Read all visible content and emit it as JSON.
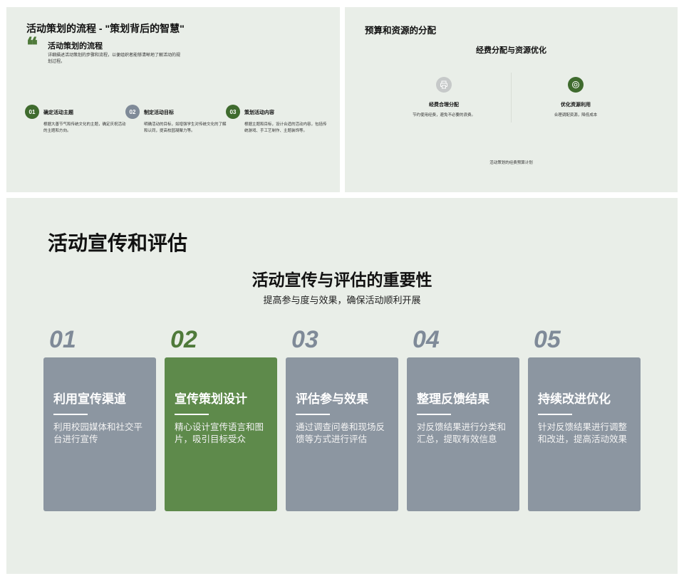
{
  "slide1": {
    "title": "活动策划的流程 - \"策划背后的智慧\"",
    "quote_mark": "❝",
    "subtitle": "活动策划的流程",
    "description": "详细描述活动策划的步骤和流程，以便组织者能够清晰地了解活动的规划过程。",
    "steps": [
      {
        "num": "01",
        "title": "确定活动主题",
        "desc": "根据大善节气和传统文化的主题，确定庆祝活动的主题和方向。"
      },
      {
        "num": "02",
        "title": "制定活动目标",
        "desc": "明确活动的目标，如增强学生对传统文化的了解和认同，提高校园凝聚力等。"
      },
      {
        "num": "03",
        "title": "策划活动内容",
        "desc": "根据主题和目标，设计合适的活动内容，包括传统游戏、手工艺制作、主题装饰等。"
      }
    ]
  },
  "slide2": {
    "title": "预算和资源的分配",
    "heading": "经费分配与资源优化",
    "items": [
      {
        "icon": "printer-icon",
        "title": "经费合理分配",
        "desc": "节约使用经费，避免不必要的浪费。"
      },
      {
        "icon": "target-icon",
        "title": "优化资源利用",
        "desc": "合理调配资源，降低成本"
      }
    ],
    "caption": "活动策划的经费预算计划"
  },
  "slide3": {
    "title": "活动宣传和评估",
    "heading": "活动宣传与评估的重要性",
    "subheading": "提高参与度与效果，确保活动顺利开展",
    "cards": [
      {
        "num": "01",
        "title": "利用宣传渠道",
        "desc": "利用校园媒体和社交平台进行宣传"
      },
      {
        "num": "02",
        "title": "宣传策划设计",
        "desc": "精心设计宣传语言和图片，吸引目标受众"
      },
      {
        "num": "03",
        "title": "评估参与效果",
        "desc": "通过调查问卷和现场反馈等方式进行评估"
      },
      {
        "num": "04",
        "title": "整理反馈结果",
        "desc": "对反馈结果进行分类和汇总，提取有效信息"
      },
      {
        "num": "05",
        "title": "持续改进优化",
        "desc": "针对反馈结果进行调整和改进，提高活动效果"
      }
    ]
  },
  "colors": {
    "background": "#e9eee8",
    "accent_green": "#3f6b2e",
    "card_green": "#5e8a4b",
    "card_gray": "#8c96a1",
    "number_gray": "#7f8a98"
  }
}
